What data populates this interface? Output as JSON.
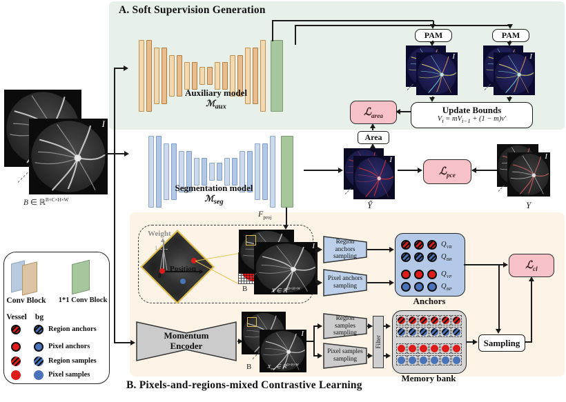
{
  "colors": {
    "section_a_bg": "#e7f0e9",
    "section_b_bg": "#fdf3e6",
    "loss_box_bg": "#f6c2c8",
    "anchors_box_bg": "#b4c9e8",
    "trapezoid_blue": "#bcd0ea",
    "trapezoid_gray": "#cccccc",
    "memory_bank_bg": "#d6d6d6",
    "vessel_red": "#de1c1c",
    "background_blue": "#4a73b9",
    "conv_blue": "#b9c9de",
    "conv_tan": "#dcc3a4",
    "conv_green": "#a6c79e",
    "aux_slab_light": "#f5d9ae",
    "aux_slab_dark": "#e8bc8c",
    "seg_slab_light": "#ccdaee",
    "seg_slab_dark": "#b3c8e4",
    "highlight_yellow": "#e6c34a"
  },
  "section_a": {
    "title": "A. Soft Supervision Generation",
    "pam": "PAM",
    "update_bounds_title": "Update Bounds",
    "formula": {
      "v1": "V",
      "s1": "i",
      "m": " = mV",
      "s2": "i−1",
      "rest": " + (1 − m)v′"
    },
    "loss_area": {
      "sym": "ℒ",
      "sub": "area"
    },
    "area": "Area",
    "aux_name": "Auxiliary model",
    "aux_sym": {
      "sym": "ℳ",
      "sub": "aux"
    }
  },
  "input": {
    "b": "B",
    "mid": " ∈ ℝ",
    "sup": "B×C×H×W",
    "tag": "I"
  },
  "middle": {
    "seg_name": "Segmentation model",
    "seg_sym": {
      "sym": "ℳ",
      "sub": "seg"
    },
    "pred": "Ŷ",
    "gt": "Y",
    "loss_pce": {
      "sym": "ℒ",
      "sub": "pce"
    },
    "fproj": {
      "sym": "F",
      "sub": "proj"
    }
  },
  "section_b": {
    "title": "B.  Pixels-and-regions-mixed Contrastive Learning",
    "weight": "Weight",
    "position": "Position",
    "zero": "0",
    "one": "1",
    "x": {
      "sym": "X",
      "mid": " ∈ ℝ",
      "sup": "D×H×W",
      "tag": "I",
      "batch": "B"
    },
    "xmo": {
      "sym": "X",
      "sub": "mo",
      "mid": " ∈ ℝ",
      "sup": "D×H×W",
      "tag": "I",
      "batch": "B"
    },
    "region_anchors_sampling": "Region anchors sampling",
    "pixel_anchors_sampling": "Pixel anchors sampling",
    "region_samples_sampling": "Region samples sampling",
    "pixel_samples_sampling": "Pixel samples sampling",
    "anchors_label": "Anchors",
    "anchors_rows": [
      {
        "style": "region-vessel",
        "q": "Q",
        "sub": "VR"
      },
      {
        "style": "region-bg",
        "q": "Q",
        "sub": "BR"
      },
      {
        "style": "pixel-vessel",
        "q": "Q",
        "sub": "VP"
      },
      {
        "style": "pixel-bg",
        "q": "Q",
        "sub": "BP"
      }
    ],
    "loss_cl": {
      "sym": "ℒ",
      "sub": "cl"
    },
    "momentum_encoder": "Momentum Encoder",
    "filter": "Filter",
    "memory_label": "Memory bank",
    "memory_rows": [
      "region-vessel",
      "region-bg",
      "pixel-vessel",
      "pixel-bg"
    ],
    "sampling": "Sampling"
  },
  "legend": {
    "conv_block": "Conv Block",
    "conv_1x1": "1*1 Conv Block",
    "vessel_header": "Vessel",
    "bg_header": "bg",
    "rows": [
      {
        "label": "Region anchors",
        "style": "region",
        "bordered": true
      },
      {
        "label": "Pixel anchors",
        "style": "pixel",
        "bordered": true
      },
      {
        "label": "Region samples",
        "style": "region",
        "bordered": false
      },
      {
        "label": "Pixel samples",
        "style": "pixel",
        "bordered": false
      }
    ]
  }
}
